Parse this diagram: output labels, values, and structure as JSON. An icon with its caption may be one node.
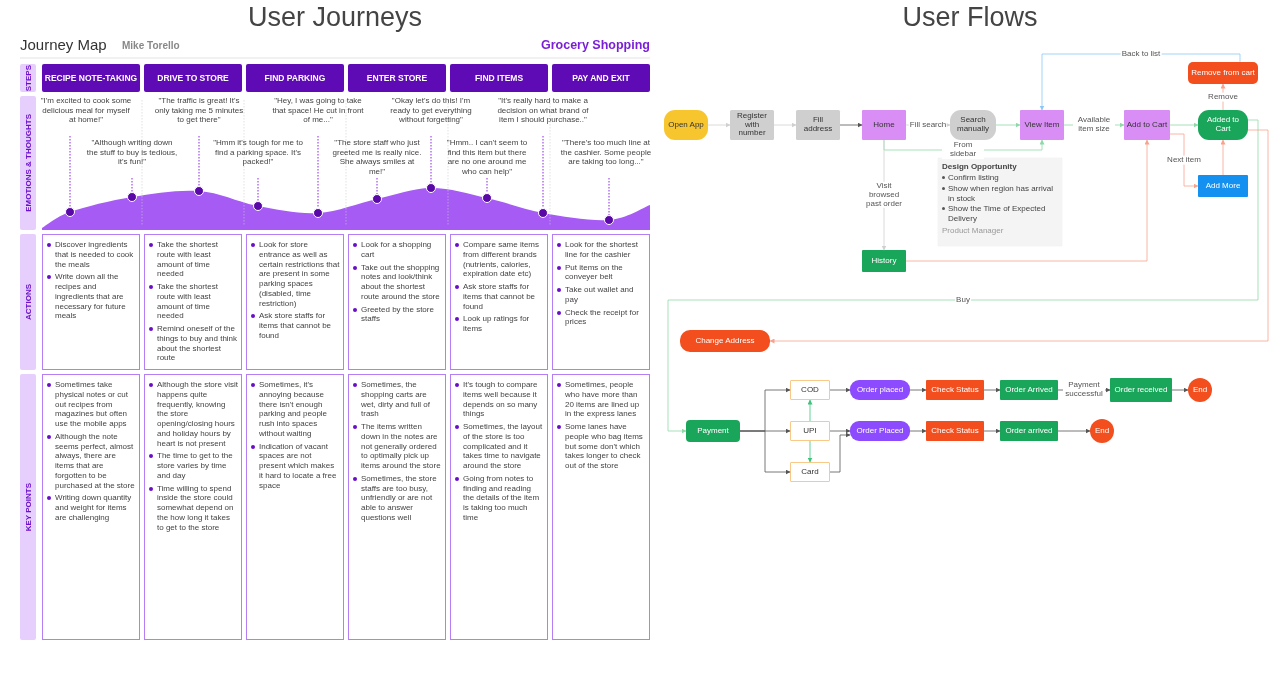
{
  "diagram": {
    "nodes": [
      {
        "text": [
          "STEPS"
        ]
      },
      {
        "text": [
          "EMOTIONS & THOUGHTS"
        ]
      },
      {
        "text": [
          "ACTIONS"
        ]
      },
      {
        "text": [
          "KEY POINTS"
        ]
      },
      {
        "text": [
          "RECIPE NOTE-TAKING"
        ]
      },
      {
        "text": [
          "DRIVE TO STORE"
        ]
      },
      {
        "text": [
          "FIND PARKING"
        ]
      },
      {
        "text": [
          "ENTER STORE"
        ]
      },
      {
        "text": [
          "FIND ITEMS"
        ]
      },
      {
        "text": [
          "PAY AND EXIT"
        ]
      },
      {
        "text": [
          "\"I'm excited to cook some delicious meal for myself at home!\""
        ]
      },
      {
        "text": [
          "\"Although writing down the stuff to buy is tedious, it's fun!\""
        ]
      },
      {
        "text": [
          "\"The traffic is great! It's only taking me 5 minutes to get there\""
        ]
      },
      {
        "text": [
          "\"Hmm it's tough for me to find a parking space. It's packed!\""
        ]
      },
      {
        "text": [
          "\"Hey, I was going to take that space! He cut in front of me...\""
        ]
      },
      {
        "text": [
          "\"The store staff who just greeted me is really nice. She always smiles at me!\""
        ]
      },
      {
        "text": [
          "\"Okay let's do this! I'm ready to get everything without forgetting\""
        ]
      },
      {
        "text": [
          "\"Hmm.. I can't seem to find this item but there are no one around me who can help\""
        ]
      },
      {
        "text": [
          "\"It's really hard to make a decision on what brand of item I should purchase..\""
        ]
      },
      {
        "text": [
          "\"There's too much line at the cashier. Some people are taking too long...\""
        ]
      },
      {
        "text": [],
        "shape": "circle"
      },
      {
        "text": [],
        "shape": "circle"
      },
      {
        "text": [],
        "shape": "circle"
      },
      {
        "text": [],
        "shape": "circle"
      },
      {
        "text": [],
        "shape": "circle"
      },
      {
        "text": [],
        "shape": "circle"
      },
      {
        "text": [],
        "shape": "circle"
      },
      {
        "text": [],
        "shape": "circle"
      },
      {
        "text": [],
        "shape": "circle"
      },
      {
        "text": [],
        "shape": "circle"
      },
      {
        "text": [
          "Discover ingredients that is needed to cook the meals",
          "Write down all the recipes and ingredients that are necessary for future meals"
        ]
      },
      {
        "text": [
          "Take the shortest route with least amount of time needed",
          "Take the shortest route with least amount of time needed",
          "Remind oneself of the things to buy and think about the shortest route"
        ]
      },
      {
        "text": [
          "Look for store entrance as well as certain restrictions that are present in some parking spaces (disabled, time restriction)",
          "Ask store staffs for items that cannot be found"
        ]
      },
      {
        "text": [
          "Look for a shopping cart",
          "Take out the shopping notes and look/think about the shortest route around the store",
          "Greeted by the store staffs"
        ]
      },
      {
        "text": [
          "Compare same items from different brands (nutrients, calories, expiration date etc)",
          "Ask store staffs for items that cannot be found",
          "Look up ratings for items"
        ]
      },
      {
        "text": [
          "Look for the shortest line for the cashier",
          "Put items on the conveyer belt",
          "Take out wallet and pay",
          "Check the receipt for prices"
        ]
      },
      {
        "text": [
          "Sometimes take physical notes or cut out recipes from magazines but often use the mobile apps",
          "Although the note seems perfect, almost always, there are items that are forgotten to be purchased at the store",
          "Writing down quantity and weight for items are challenging"
        ]
      },
      {
        "text": [
          "Although the store visit happens quite frequently, knowing the store opening/closing hours and holiday hours by heart is not present",
          "The time to get to the store varies by time and day",
          "Time willing to spend inside the store could somewhat depend on the how long it takes to get to the store"
        ]
      },
      {
        "text": [
          "Sometimes, it's annoying because there isn't enough parking and people rush into spaces without waiting",
          "Indication of vacant spaces are not present which makes it hard to locate a free space"
        ]
      },
      {
        "text": [
          "Sometimes, the shopping carts are wet, dirty and full of trash",
          "The items written down in the notes are not generally ordered to optimally pick up items around the store",
          "Sometimes, the store staffs are too busy, unfriendly or are not able to answer questions well"
        ]
      },
      {
        "text": [
          "It's tough to compare items well because it depends on so many things",
          "Sometimes, the layout of the store is too complicated and it takes time to navigate around the store",
          "Going from notes to finding and reading the details of the item is taking too much time"
        ]
      },
      {
        "text": [
          "Sometimes, people who have more than 20 items are lined up in the express lanes",
          "Some lanes have people who bag items but some don't which takes longer to check out of the store"
        ]
      },
      {
        "text": [
          "Open App"
        ]
      },
      {
        "text": [
          "Register with number"
        ]
      },
      {
        "text": [
          "Fill address"
        ]
      },
      {
        "text": [
          "Home"
        ]
      },
      {
        "text": [
          "Search manually"
        ]
      },
      {
        "text": [
          "View Item"
        ]
      },
      {
        "text": [
          "Add to Cart"
        ]
      },
      {
        "text": [
          "Added to Cart"
        ]
      },
      {
        "text": [
          "Remove from cart"
        ]
      },
      {
        "text": [
          "Add More"
        ]
      },
      {
        "text": [
          "History"
        ]
      },
      {
        "text": [
          "Design Opportunity",
          "Confirm listing",
          "Show when region has arrival in stock",
          "Show the Time of Expected Delivery",
          "Product Manager"
        ]
      },
      {
        "text": [
          "Change Address"
        ]
      },
      {
        "text": [
          "Payment"
        ]
      },
      {
        "text": [
          "COD"
        ]
      },
      {
        "text": [
          "UPI"
        ]
      },
      {
        "text": [
          "Card"
        ]
      },
      {
        "text": [
          "Order placed"
        ]
      },
      {
        "text": [
          "Check Status"
        ]
      },
      {
        "text": [
          "Order Arrived"
        ]
      },
      {
        "text": [
          "Order received"
        ]
      },
      {
        "text": [
          "End"
        ]
      },
      {
        "text": [
          "Order Placed"
        ]
      },
      {
        "text": [
          "Check Status"
        ]
      },
      {
        "text": [
          "Order arrived"
        ]
      },
      {
        "text": [
          "End"
        ]
      }
    ],
    "edges": [
      {
        "from": 10,
        "to": 20,
        "arrow": "none",
        "style": "dashed",
        "color": "#8a2be2"
      },
      {
        "from": 11,
        "to": 21,
        "arrow": "none",
        "style": "dashed",
        "color": "#8a2be2"
      },
      {
        "from": 12,
        "to": 22,
        "arrow": "none",
        "style": "dashed",
        "color": "#8a2be2"
      },
      {
        "from": 13,
        "to": 23,
        "arrow": "none",
        "style": "dashed",
        "color": "#8a2be2"
      },
      {
        "from": 14,
        "to": 24,
        "arrow": "none",
        "style": "dashed",
        "color": "#8a2be2"
      },
      {
        "from": 15,
        "to": 25,
        "arrow": "none",
        "style": "dashed",
        "color": "#8a2be2"
      },
      {
        "from": 16,
        "to": 26,
        "arrow": "none",
        "style": "dashed",
        "color": "#8a2be2"
      },
      {
        "from": 17,
        "to": 27,
        "arrow": "none",
        "style": "dashed",
        "color": "#8a2be2"
      },
      {
        "from": 18,
        "to": 28,
        "arrow": "none",
        "style": "dashed",
        "color": "#8a2be2"
      },
      {
        "from": 19,
        "to": 29,
        "arrow": "none",
        "style": "dashed",
        "color": "#8a2be2"
      },
      {
        "from": 42,
        "to": 43,
        "arrow": "to",
        "color": "#d0d0d0"
      },
      {
        "from": 43,
        "to": 44,
        "arrow": "to",
        "color": "#d0d0d0"
      },
      {
        "from": 44,
        "to": 45,
        "arrow": "to"
      },
      {
        "from": 45,
        "to": 46,
        "arrow": "to",
        "label": "Fill search",
        "color": "#d0d0d0"
      },
      {
        "from": 46,
        "to": 47,
        "arrow": "to",
        "color": "#8fd9a8"
      },
      {
        "from": 45,
        "to": 47,
        "arrow": "to",
        "label": "From sidebar",
        "color": "#8fd9a8"
      },
      {
        "from": 45,
        "to": 52,
        "arrow": "to",
        "label": "Visit browsed past order",
        "color": "#d0d0d0"
      },
      {
        "from": 52,
        "to": 48,
        "arrow": "to",
        "color": "#f7a38e"
      },
      {
        "from": 47,
        "to": 48,
        "arrow": "to",
        "label": "Available item size",
        "color": "#8fd9a8"
      },
      {
        "from": 48,
        "to": 49,
        "arrow": "to",
        "color": "#8fd9a8"
      },
      {
        "from": 48,
        "to": 51,
        "arrow": "to",
        "label": "Next item",
        "color": "#f7a38e"
      },
      {
        "from": 51,
        "to": 49,
        "arrow": "to",
        "color": "#f7a38e"
      },
      {
        "from": 49,
        "to": 50,
        "arrow": "to",
        "label": "Remove",
        "color": "#f7a38e"
      },
      {
        "from": 50,
        "to": 47,
        "arrow": "to",
        "label": "Back to list",
        "color": "#8cc8f5"
      },
      {
        "from": 49,
        "to": 55,
        "arrow": "to",
        "label": "Buy",
        "color": "#8fd9a8"
      },
      {
        "from": 49,
        "to": 54,
        "arrow": "to",
        "color": "#f7a38e"
      },
      {
        "from": 55,
        "to": 56,
        "arrow": "to"
      },
      {
        "from": 55,
        "to": 57,
        "arrow": "to"
      },
      {
        "from": 55,
        "to": 58,
        "arrow": "to"
      },
      {
        "from": 57,
        "to": 56,
        "arrow": "to",
        "color": "#3cc47c"
      },
      {
        "from": 57,
        "to": 58,
        "arrow": "to",
        "color": "#3cc47c"
      },
      {
        "from": 56,
        "to": 59,
        "arrow": "to"
      },
      {
        "from": 57,
        "to": 64,
        "arrow": "to"
      },
      {
        "from": 58,
        "to": 64,
        "arrow": "to"
      },
      {
        "from": 59,
        "to": 60,
        "arrow": "to"
      },
      {
        "from": 60,
        "to": 61,
        "arrow": "to"
      },
      {
        "from": 61,
        "to": 62,
        "arrow": "to",
        "label": "Payment successful"
      },
      {
        "from": 62,
        "to": 63,
        "arrow": "to"
      },
      {
        "from": 64,
        "to": 65,
        "arrow": "to"
      },
      {
        "from": 65,
        "to": 66,
        "arrow": "to"
      },
      {
        "from": 66,
        "to": 67,
        "arrow": "to"
      }
    ],
    "labels": [
      "User Journeys",
      "Journey Map",
      "Mike Torello",
      "Grocery Shopping",
      "User Flows"
    ]
  }
}
